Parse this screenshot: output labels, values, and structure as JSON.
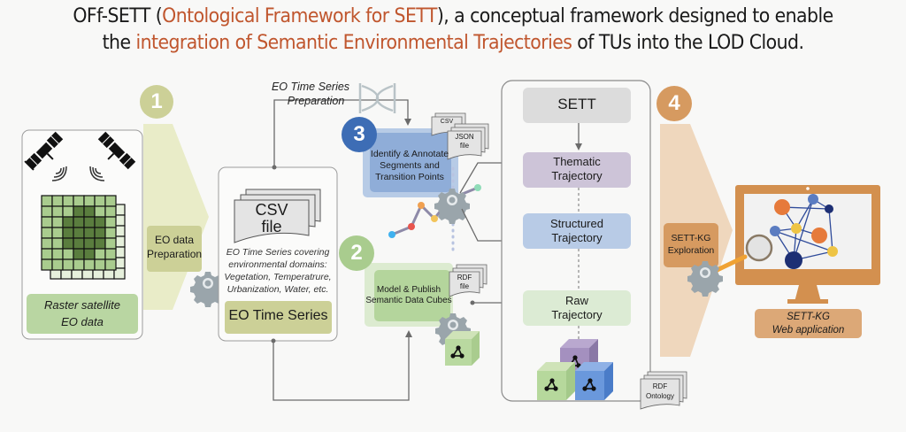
{
  "title": {
    "line1_prefix": "OFf-SETT (",
    "line1_highlight": "Ontological Framework for SETT",
    "line1_suffix": "), a conceptual framework designed to enable",
    "line2_prefix": "the ",
    "line2_highlight": "integration of Semantic Environmental Trajectories",
    "line2_suffix": " of TUs into the LOD Cloud."
  },
  "colors": {
    "highlight": "#c0562e",
    "step1": "#ccd097",
    "step2": "#a9cc8e",
    "step3": "#3d6db5",
    "step4": "#d69a60"
  },
  "step1": {
    "number": "1",
    "source_label_line1": "Raster satellite",
    "source_label_line2": "EO data",
    "process_line1": "EO data",
    "process_line2": "Preparation"
  },
  "time_series": {
    "connector_label_line1": "EO Time Series",
    "connector_label_line2": "Preparation",
    "file_line1": "CSV",
    "file_line2": "file",
    "description": [
      "EO Time Series covering",
      "environmental domains:",
      "Vegetation, Temperatrure,",
      "Urbanization, Water, etc."
    ],
    "box_label": "EO Time Series"
  },
  "step3": {
    "number": "3",
    "label": [
      "Identify & Annotate",
      "Segments and",
      "Transition Points"
    ],
    "file_csv": "CSV",
    "file_json_line1": "JSON",
    "file_json_line2": "file"
  },
  "step2": {
    "number": "2",
    "label": [
      "Model & Publish",
      "Semantic Data Cubes"
    ],
    "file_line1": "RDF",
    "file_line2": "file"
  },
  "sett": {
    "header": "SETT",
    "thematic": [
      "Thematic",
      "Trajectory"
    ],
    "structured": [
      "Structured",
      "Trajectory"
    ],
    "raw": [
      "Raw",
      "Trajectory"
    ],
    "ontology_line1": "RDF",
    "ontology_line2": "Ontology"
  },
  "step4": {
    "number": "4",
    "process_line1": "SETT-KG",
    "process_line2": "Exploration",
    "app_line1": "SETT-KG",
    "app_line2": "Web application"
  }
}
